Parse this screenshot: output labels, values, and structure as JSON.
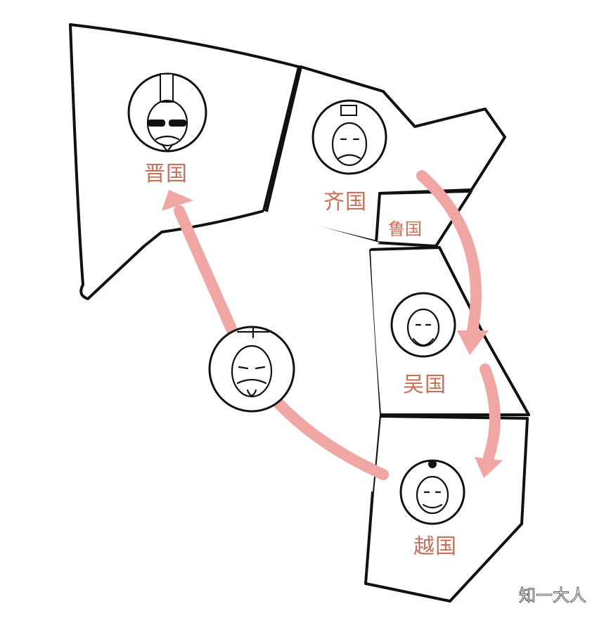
{
  "map": {
    "states": [
      {
        "id": "jin",
        "name": "晋国"
      },
      {
        "id": "qi",
        "name": "齐国"
      },
      {
        "id": "lu",
        "name": "鲁国"
      },
      {
        "id": "wu",
        "name": "吴国"
      },
      {
        "id": "yue",
        "name": "越国"
      }
    ],
    "route": [
      "齐国",
      "吴国",
      "越国",
      "晋国"
    ],
    "colors": {
      "label": "#c8705a",
      "arrow": "#f0a7a3",
      "outline": "#111111"
    }
  },
  "watermark": "知一大人"
}
